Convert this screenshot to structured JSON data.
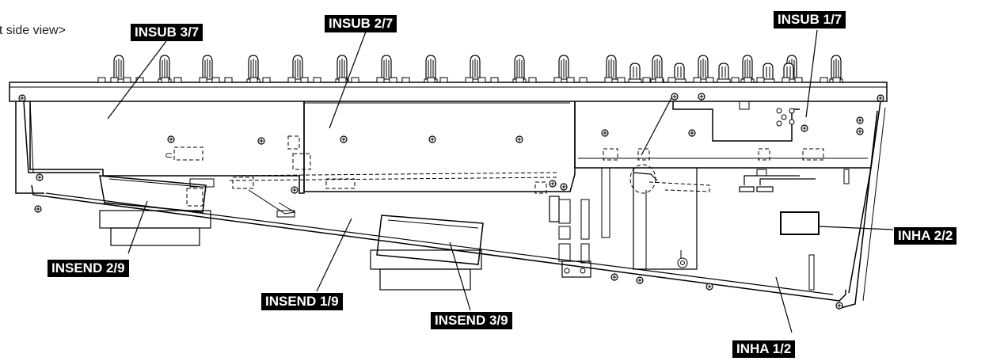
{
  "view_caption": "nt side view>",
  "callouts": {
    "insub_3_7": "INSUB 3/7",
    "insub_2_7": "INSUB 2/7",
    "insub_1_7": "INSUB 1/7",
    "inha_2_2": "INHA 2/2",
    "inha_1_2": "INHA 1/2",
    "insend_1_9": "INSEND 1/9",
    "insend_2_9": "INSEND 2/9",
    "insend_3_9": "INSEND 3/9"
  },
  "colors": {
    "line": "#000000",
    "label_bg": "#000000",
    "label_text": "#ffffff",
    "background": "#ffffff"
  }
}
